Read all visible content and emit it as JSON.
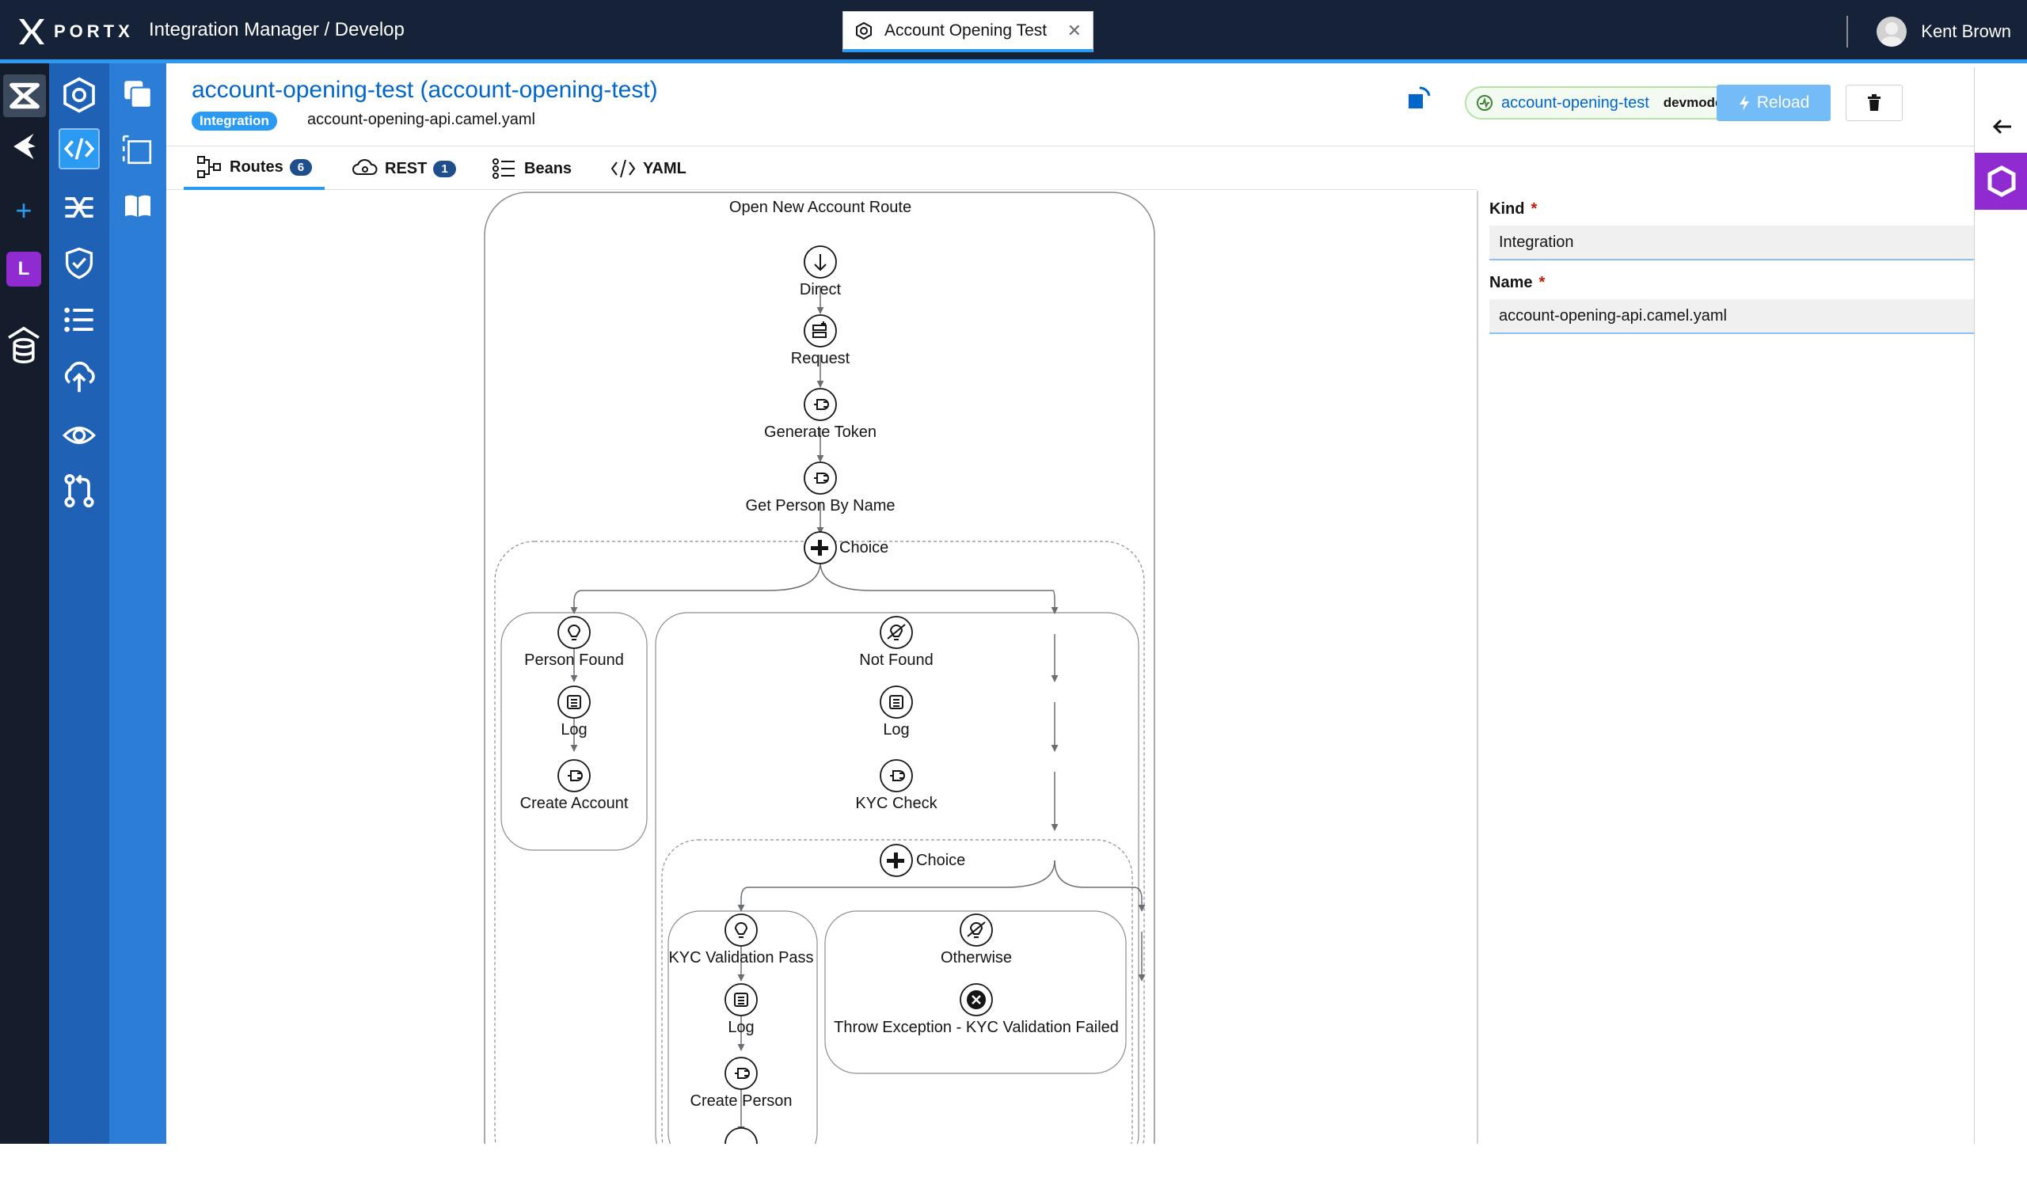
{
  "topbar": {
    "brand": "PORTX",
    "breadcrumb": "Integration Manager / Develop",
    "open_tab": "Account Opening Test",
    "user_name": "Kent Brown"
  },
  "rail1": {
    "items": [
      "portx-icon",
      "camel-icon",
      "add-icon",
      "l-app-icon",
      "database-icon"
    ],
    "letter_badge": "L",
    "help": "help-icon"
  },
  "rail2": {
    "items": [
      "hexagon-icon",
      "code-icon",
      "shuffle-icon",
      "shield-check-icon",
      "list-icon",
      "cloud-upload-icon",
      "eye-icon",
      "pull-request-icon"
    ]
  },
  "rail3": {
    "items": [
      "copy-files-icon",
      "select-box-icon",
      "book-icon"
    ]
  },
  "header": {
    "title": "account-opening-test (account-opening-test)",
    "badge": "Integration",
    "file": "account-opening-api.camel.yaml",
    "status_name": "account-opening-test",
    "status_mode": "devmode",
    "reload_label": "Reload"
  },
  "tabs": [
    {
      "label": "Routes",
      "count": "6"
    },
    {
      "label": "REST",
      "count": "1"
    },
    {
      "label": "Beans"
    },
    {
      "label": "YAML"
    }
  ],
  "route": {
    "title": "Open New Account Route",
    "nodes": {
      "direct": "Direct",
      "request": "Request",
      "generate_token": "Generate Token",
      "get_person": "Get Person By Name",
      "choice1": "Choice",
      "person_found": "Person Found",
      "log1": "Log",
      "create_account": "Create Account",
      "not_found": "Not Found",
      "log2": "Log",
      "kyc_check": "KYC Check",
      "choice2": "Choice",
      "kyc_pass": "KYC Validation Pass",
      "log3": "Log",
      "create_person": "Create Person",
      "otherwise": "Otherwise",
      "throw": "Throw Exception - KYC Validation Failed"
    }
  },
  "side_panel": {
    "kind_label": "Kind",
    "kind_value": "Integration",
    "name_label": "Name",
    "name_value": "account-opening-api.camel.yaml",
    "required_mark": "*"
  },
  "colors": {
    "topbar": "#152238",
    "accent": "#2b9af3",
    "rail_dark": "#151d2c",
    "rail_mid": "#1f62b5",
    "rail_light": "#2b7dd6",
    "link": "#0066cc",
    "purple": "#8f2bd1"
  }
}
